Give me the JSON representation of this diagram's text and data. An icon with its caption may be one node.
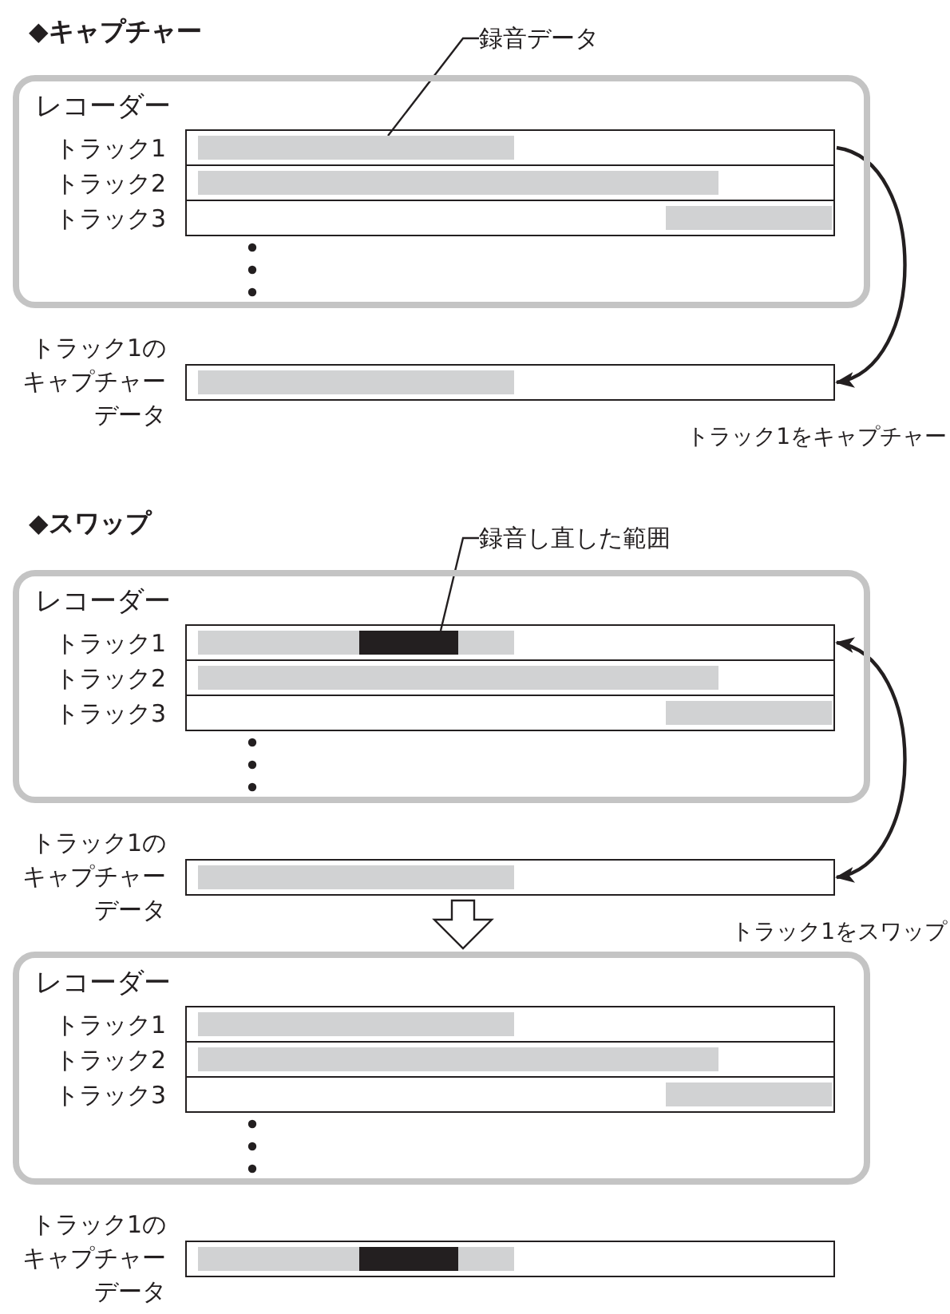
{
  "diagram": {
    "nodes": [
      {
        "text": [
          "レコーダー"
        ]
      },
      {
        "text": [],
        "shape": "bar",
        "in": 0,
        "beside": [
          "トラック1"
        ]
      },
      {
        "text": [],
        "shape": "bar",
        "in": 1
      },
      {
        "text": [],
        "shape": "bar",
        "in": 0,
        "beside": [
          "トラック2"
        ]
      },
      {
        "text": [],
        "shape": "bar",
        "in": 3
      },
      {
        "text": [],
        "shape": "bar",
        "in": 0,
        "beside": [
          "トラック3"
        ]
      },
      {
        "text": [],
        "shape": "bar",
        "in": 5
      },
      {
        "text": [],
        "shape": "bar",
        "beside": [
          "トラック1のキャプチャーデータ"
        ]
      },
      {
        "text": [],
        "shape": "bar",
        "in": 7
      },
      {
        "text": [
          "録音データ"
        ]
      },
      {
        "text": [
          "レコーダー"
        ]
      },
      {
        "text": [],
        "shape": "bar",
        "in": 10,
        "beside": [
          "トラック1"
        ]
      },
      {
        "text": [],
        "shape": "bar",
        "in": 11
      },
      {
        "text": [],
        "shape": "bar",
        "in": 12
      },
      {
        "text": [],
        "shape": "bar",
        "in": 10,
        "beside": [
          "トラック2"
        ]
      },
      {
        "text": [],
        "shape": "bar",
        "in": 14
      },
      {
        "text": [],
        "shape": "bar",
        "in": 10,
        "beside": [
          "トラック3"
        ]
      },
      {
        "text": [],
        "shape": "bar",
        "in": 16
      },
      {
        "text": [],
        "shape": "bar",
        "beside": [
          "トラック1のキャプチャーデータ"
        ]
      },
      {
        "text": [],
        "shape": "bar",
        "in": 18
      },
      {
        "text": [
          "録音し直した範囲"
        ]
      },
      {
        "text": [
          "レコーダー"
        ]
      },
      {
        "text": [],
        "shape": "bar",
        "in": 21,
        "beside": [
          "トラック1"
        ]
      },
      {
        "text": [],
        "shape": "bar",
        "in": 22
      },
      {
        "text": [],
        "shape": "bar",
        "in": 21,
        "beside": [
          "トラック2"
        ]
      },
      {
        "text": [],
        "shape": "bar",
        "in": 24
      },
      {
        "text": [],
        "shape": "bar",
        "in": 21,
        "beside": [
          "トラック3"
        ]
      },
      {
        "text": [],
        "shape": "bar",
        "in": 26
      },
      {
        "text": [],
        "shape": "bar",
        "beside": [
          "トラック1のキャプチャーデータ"
        ]
      },
      {
        "text": [],
        "shape": "bar",
        "in": 28
      },
      {
        "text": [],
        "shape": "bar",
        "in": 29
      }
    ],
    "edges": [
      {
        "from": 9,
        "to": 2,
        "arrow": "none"
      },
      {
        "from": 1,
        "to": 7,
        "arrow": "to",
        "label": "トラック1をキャプチャー"
      },
      {
        "from": 20,
        "to": 13,
        "arrow": "none"
      },
      {
        "from": 11,
        "to": 18,
        "arrow": "both",
        "label": "トラック1をスワップ"
      },
      {
        "from": 18,
        "to": 21,
        "arrow": "to"
      }
    ],
    "labels": [
      "◆キャプチャー",
      "◆スワップ"
    ]
  }
}
